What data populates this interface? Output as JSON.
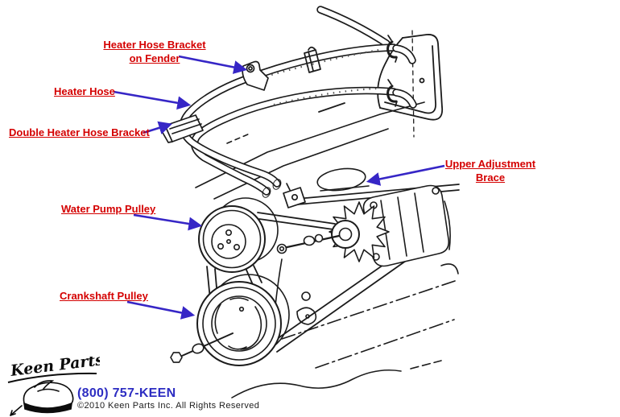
{
  "colors": {
    "label_red": "#d40000",
    "arrow_blue": "#3626c6",
    "phone_blue": "#2d2dc2",
    "ink_black": "#1b1b1b"
  },
  "callouts": {
    "heater_hose_bracket_on_fender": {
      "line1": "Heater Hose Bracket",
      "line2": "on Fender"
    },
    "heater_hose": {
      "line1": "Heater Hose"
    },
    "double_heater_hose_bracket": {
      "line1": "Double Heater Hose Bracket"
    },
    "upper_adjustment_brace": {
      "line1": "Upper Adjustment",
      "line2": "Brace"
    },
    "water_pump_pulley": {
      "line1": "Water Pump Pulley"
    },
    "crankshaft_pulley": {
      "line1": "Crankshaft Pulley"
    }
  },
  "footer": {
    "logo_text": "Keen Parts",
    "phone": "(800) 757-KEEN",
    "copyright": "©2010 Keen Parts Inc. All Rights Reserved"
  }
}
